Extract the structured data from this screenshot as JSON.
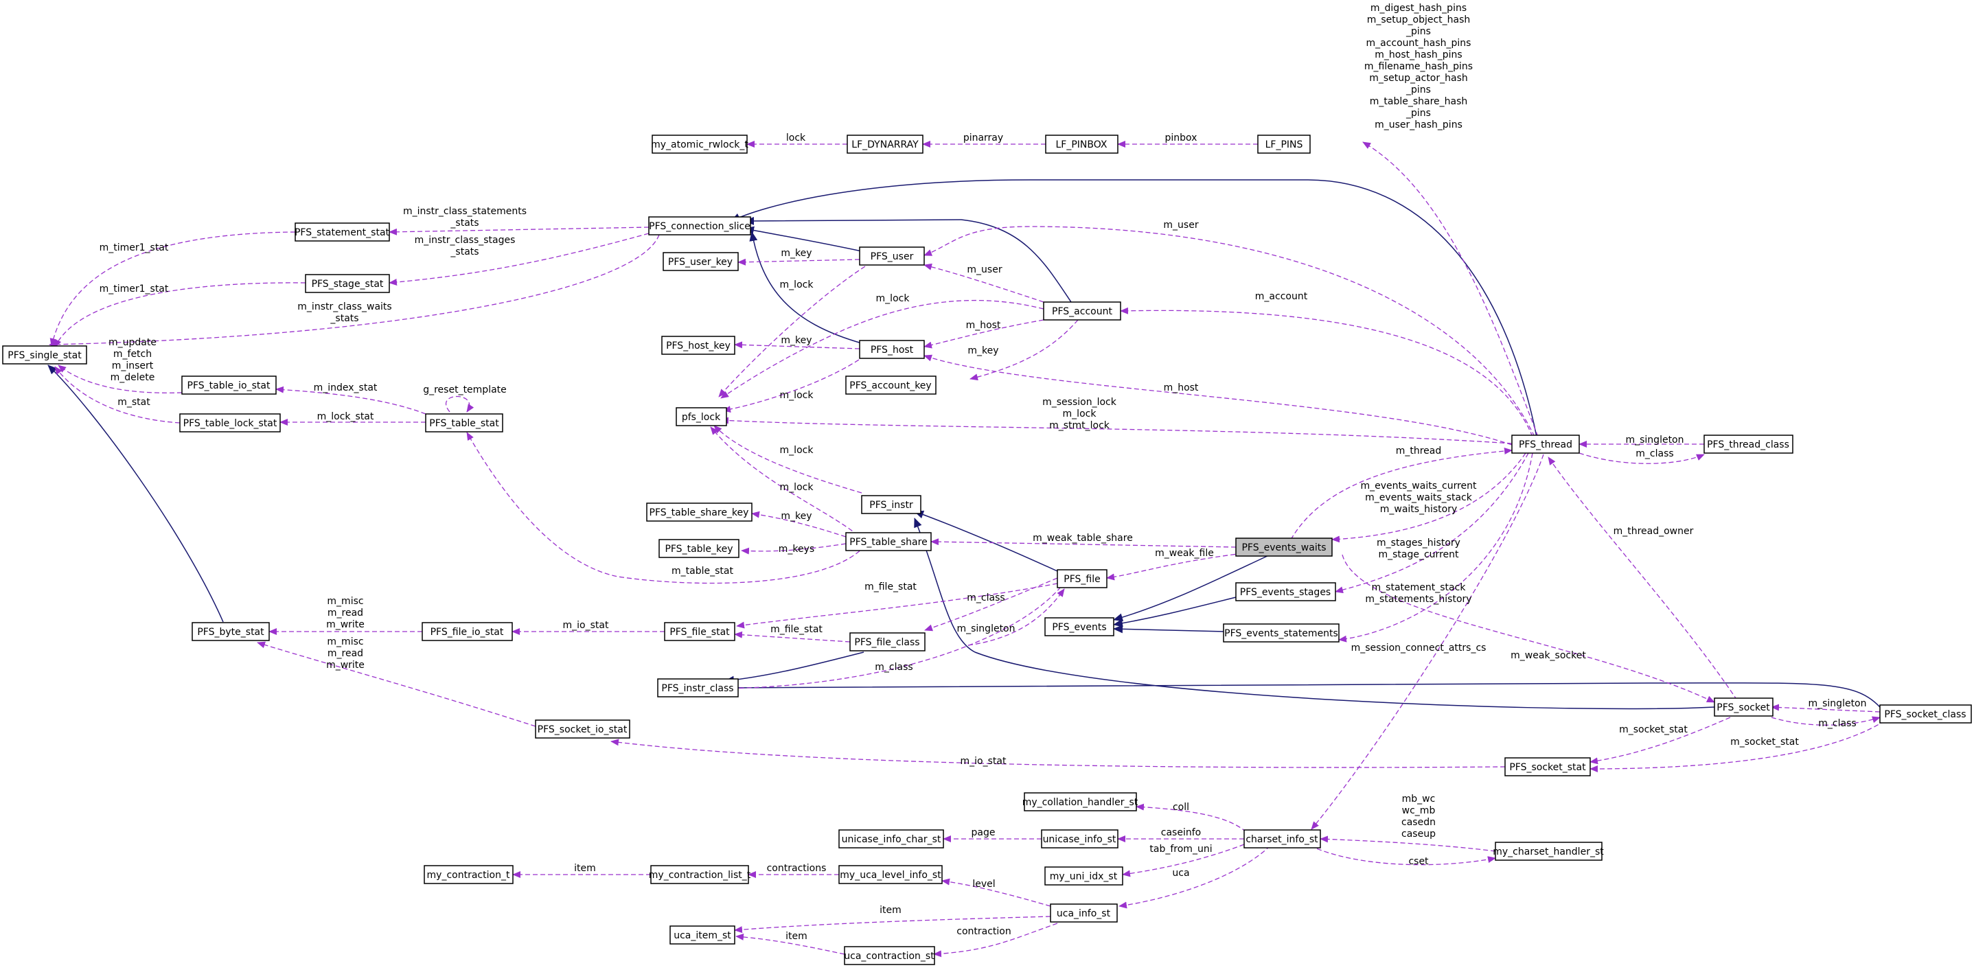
{
  "colors": {
    "inheritance": "#191970",
    "member": "#9a32cd",
    "focus_fill": "#bfbfbf",
    "node_border": "#000000"
  },
  "nodes": {
    "my_atomic_rwlock_t": "my_atomic_rwlock_t",
    "LF_DYNARRAY": "LF_DYNARRAY",
    "LF_PINBOX": "LF_PINBOX",
    "LF_PINS": "LF_PINS",
    "PFS_statement_stat": "PFS_statement_stat",
    "PFS_connection_slice": "PFS_connection_slice",
    "PFS_stage_stat": "PFS_stage_stat",
    "PFS_user_key": "PFS_user_key",
    "PFS_user": "PFS_user",
    "PFS_single_stat": "PFS_single_stat",
    "PFS_host_key": "PFS_host_key",
    "PFS_host": "PFS_host",
    "PFS_account": "PFS_account",
    "PFS_account_key": "PFS_account_key",
    "PFS_table_io_stat": "PFS_table_io_stat",
    "PFS_table_lock_stat": "PFS_table_lock_stat",
    "PFS_table_stat": "PFS_table_stat",
    "pfs_lock": "pfs_lock",
    "PFS_thread": "PFS_thread",
    "PFS_thread_class": "PFS_thread_class",
    "PFS_instr": "PFS_instr",
    "PFS_table_share_key": "PFS_table_share_key",
    "PFS_table_key": "PFS_table_key",
    "PFS_table_share": "PFS_table_share",
    "PFS_events_waits": "PFS_events_waits",
    "PFS_file": "PFS_file",
    "PFS_events_stages": "PFS_events_stages",
    "PFS_byte_stat": "PFS_byte_stat",
    "PFS_file_io_stat": "PFS_file_io_stat",
    "PFS_file_stat": "PFS_file_stat",
    "PFS_events": "PFS_events",
    "PFS_events_statements": "PFS_events_statements",
    "PFS_file_class": "PFS_file_class",
    "PFS_instr_class": "PFS_instr_class",
    "PFS_socket": "PFS_socket",
    "PFS_socket_class": "PFS_socket_class",
    "PFS_socket_io_stat": "PFS_socket_io_stat",
    "PFS_socket_stat": "PFS_socket_stat",
    "my_collation_handler_st": "my_collation_handler_st",
    "unicase_info_char_st": "unicase_info_char_st",
    "unicase_info_st": "unicase_info_st",
    "charset_info_st": "charset_info_st",
    "my_charset_handler_st": "my_charset_handler_st",
    "my_uni_idx_st": "my_uni_idx_st",
    "my_contraction_t": "my_contraction_t",
    "my_contraction_list_t": "my_contraction_list_t",
    "my_uca_level_info_st": "my_uca_level_info_st",
    "uca_info_st": "uca_info_st",
    "uca_item_st": "uca_item_st",
    "uca_contraction_st": "uca_contraction_st"
  },
  "edge_labels": {
    "lf_pins_block": [
      "m_digest_hash_pins",
      "m_setup_object_hash",
      "_pins",
      "m_account_hash_pins",
      "m_host_hash_pins",
      "m_filename_hash_pins",
      "m_setup_actor_hash",
      "_pins",
      "m_table_share_hash",
      "_pins",
      "m_user_hash_pins"
    ],
    "lock_dyn": "lock",
    "pinarray": "pinarray",
    "pinbox": "pinbox",
    "stmt_stats": [
      "m_instr_class_statements",
      "_stats"
    ],
    "stage_stats": [
      "m_instr_class_stages",
      "_stats"
    ],
    "wait_stats": [
      "m_instr_class_waits",
      "_stats"
    ],
    "timer1_a": "m_timer1_stat",
    "timer1_b": "m_timer1_stat",
    "m_user_top": "m_user",
    "key_user": "m_key",
    "lock_user": "m_lock",
    "m_user_acc": "m_user",
    "lock_acc": "m_lock",
    "key_host": "m_key",
    "m_host_acc": "m_host",
    "key_acc": "m_key",
    "lock_host": "m_lock",
    "m_account": "m_account",
    "m_host": "m_host",
    "io_fields": [
      "m_update",
      "m_fetch",
      "m_insert",
      "m_delete"
    ],
    "m_stat": "m_stat",
    "g_reset_template": "g_reset_template",
    "m_index_stat": "m_index_stat",
    "m_lock_stat": "m_lock_stat",
    "thread_lock": [
      "m_session_lock",
      "m_lock",
      "m_stmt_lock"
    ],
    "m_thread": "m_thread",
    "m_singleton_thread": "m_singleton",
    "m_class_thread": "m_class",
    "lock_instr": "m_lock",
    "lock_share": "m_lock",
    "key_share": "m_key",
    "keys_share": "m_keys",
    "m_weak_table_share": "m_weak_table_share",
    "events_waits": [
      "m_events_waits_current",
      "m_events_waits_stack",
      "m_waits_history"
    ],
    "m_weak_file": "m_weak_file",
    "m_class_file": "m_class",
    "stages_hist": [
      "m_stages_history",
      "m_stage_current"
    ],
    "m_thread_owner": "m_thread_owner",
    "m_table_stat": "m_table_stat",
    "m_file_stat_a": "m_file_stat",
    "byte_fields_a": [
      "m_misc",
      "m_read",
      "m_write"
    ],
    "m_io_stat_file": "m_io_stat",
    "m_file_stat_b": "m_file_stat",
    "m_singleton_file": "m_singleton",
    "statement_stack": [
      "m_statement_stack",
      "m_statements_history"
    ],
    "byte_fields_b": [
      "m_misc",
      "m_read",
      "m_write"
    ],
    "m_class_instr": "m_class",
    "session_connect": "m_session_connect_attrs_cs",
    "m_weak_socket": "m_weak_socket",
    "m_singleton_socket": "m_singleton",
    "m_class_socket": "m_class",
    "m_socket_stat_a": "m_socket_stat",
    "m_socket_stat_b": "m_socket_stat",
    "m_io_stat_socket": "m_io_stat",
    "coll": "coll",
    "page": "page",
    "caseinfo": "caseinfo",
    "cs_handler": [
      "mb_wc",
      "wc_mb",
      "casedn",
      "caseup"
    ],
    "tab_from_uni": "tab_from_uni",
    "cset": "cset",
    "uca": "uca",
    "item_contr": "item",
    "contractions": "contractions",
    "level": "level",
    "item_uca": "item",
    "contraction": "contraction",
    "item_contr2": "item"
  }
}
